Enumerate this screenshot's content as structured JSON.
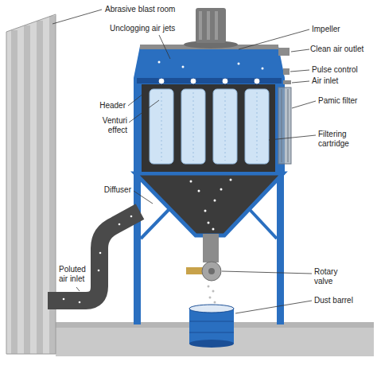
{
  "diagram": {
    "labels": [
      "Abrasive blast room",
      "Unclogging air jets",
      "Impeller",
      "Clean air outlet",
      "Pulse control",
      "Air inlet",
      "Header",
      "Pamic filter",
      "Venturi effect",
      "Filtering cartridge",
      "Diffuser",
      "Rotary valve",
      "Dust barrel",
      "Poluted air inlet"
    ]
  }
}
